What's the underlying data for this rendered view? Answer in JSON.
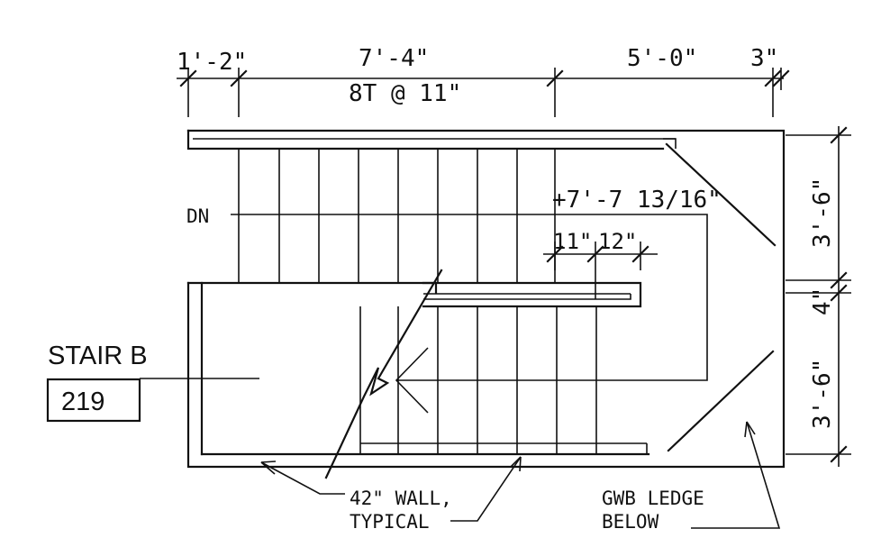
{
  "dimensions": {
    "d1": "1'-2\"",
    "d2": "7'-4\"",
    "d3": "5'-0\"",
    "d4": "3\"",
    "treads": "8T @ 11\"",
    "right_top": "3'-6\"",
    "right_mid": "4\"",
    "right_bot": "3'-6\"",
    "landing_elev": "+7'-7 13/16\"",
    "d_11": "11\"",
    "d_12": "12\""
  },
  "labels": {
    "dn": "DN",
    "stair_name": "STAIR B",
    "room_number": "219",
    "wall_note_1": "42\" WALL,",
    "wall_note_2": "TYPICAL",
    "ledge_note_1": "GWB LEDGE",
    "ledge_note_2": "BELOW"
  }
}
